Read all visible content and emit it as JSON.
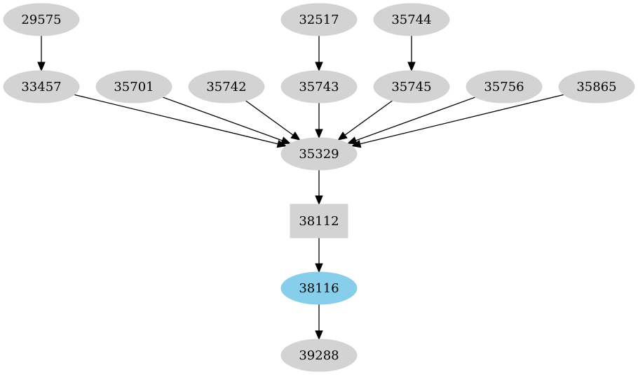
{
  "colors": {
    "node_default": "#d3d3d3",
    "node_highlight": "#87ceeb",
    "edge": "#000000"
  },
  "nodes": [
    {
      "id": "29575",
      "label": "29575",
      "shape": "ellipse",
      "highlight": false
    },
    {
      "id": "32517",
      "label": "32517",
      "shape": "ellipse",
      "highlight": false
    },
    {
      "id": "35744",
      "label": "35744",
      "shape": "ellipse",
      "highlight": false
    },
    {
      "id": "33457",
      "label": "33457",
      "shape": "ellipse",
      "highlight": false
    },
    {
      "id": "35701",
      "label": "35701",
      "shape": "ellipse",
      "highlight": false
    },
    {
      "id": "35742",
      "label": "35742",
      "shape": "ellipse",
      "highlight": false
    },
    {
      "id": "35743",
      "label": "35743",
      "shape": "ellipse",
      "highlight": false
    },
    {
      "id": "35745",
      "label": "35745",
      "shape": "ellipse",
      "highlight": false
    },
    {
      "id": "35756",
      "label": "35756",
      "shape": "ellipse",
      "highlight": false
    },
    {
      "id": "35865",
      "label": "35865",
      "shape": "ellipse",
      "highlight": false
    },
    {
      "id": "35329",
      "label": "35329",
      "shape": "ellipse",
      "highlight": false
    },
    {
      "id": "38112",
      "label": "38112",
      "shape": "box",
      "highlight": false
    },
    {
      "id": "38116",
      "label": "38116",
      "shape": "ellipse",
      "highlight": true
    },
    {
      "id": "39288",
      "label": "39288",
      "shape": "ellipse",
      "highlight": false
    }
  ],
  "edges": [
    {
      "from": "29575",
      "to": "33457"
    },
    {
      "from": "32517",
      "to": "35743"
    },
    {
      "from": "35744",
      "to": "35745"
    },
    {
      "from": "33457",
      "to": "35329"
    },
    {
      "from": "35701",
      "to": "35329"
    },
    {
      "from": "35742",
      "to": "35329"
    },
    {
      "from": "35743",
      "to": "35329"
    },
    {
      "from": "35745",
      "to": "35329"
    },
    {
      "from": "35756",
      "to": "35329"
    },
    {
      "from": "35865",
      "to": "35329"
    },
    {
      "from": "35329",
      "to": "38112"
    },
    {
      "from": "38112",
      "to": "38116"
    },
    {
      "from": "38116",
      "to": "39288"
    }
  ]
}
